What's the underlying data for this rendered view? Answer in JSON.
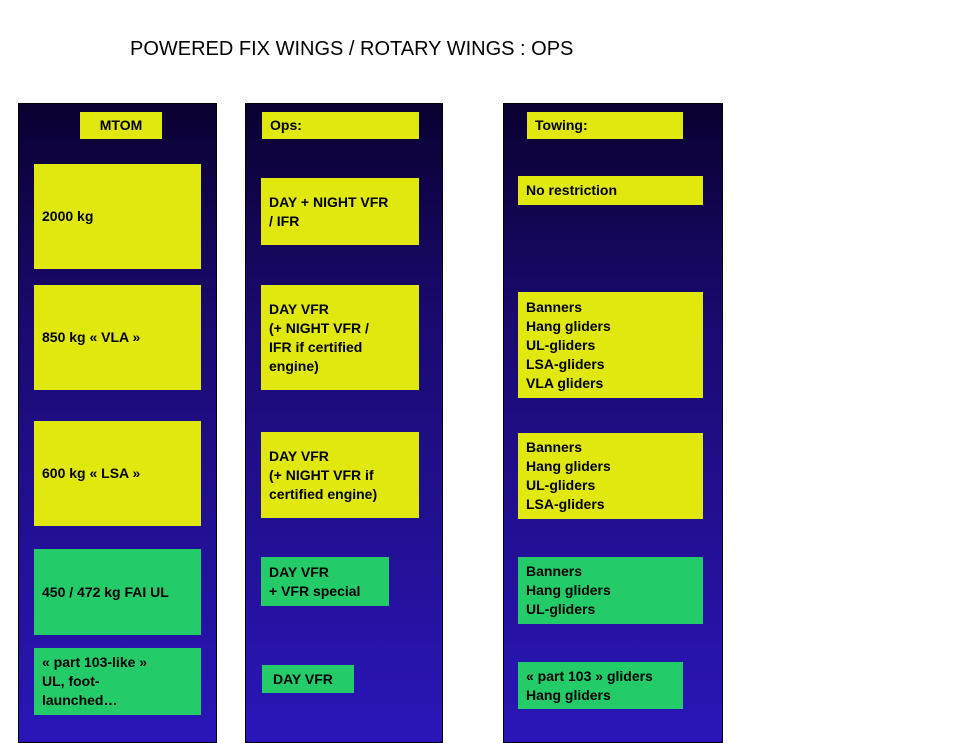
{
  "title": "POWERED FIX WINGS / ROTARY WINGS : OPS",
  "colors": {
    "column_bg": "#1a0a70",
    "yellow_box": "#e0e80e",
    "green_box": "#23cc68"
  },
  "mtom": {
    "header": "MTOM",
    "rows": [
      "2000 kg",
      "850 kg   « VLA »",
      "600 kg   « LSA »",
      "450 / 472 kg FAI UL",
      "« part 103-like »\nUL, foot-\nlaunched…"
    ]
  },
  "ops": {
    "header": "Ops:",
    "rows": [
      "DAY + NIGHT VFR\n/ IFR",
      "DAY VFR\n(+ NIGHT VFR /\nIFR if certified\nengine)",
      "DAY VFR\n(+ NIGHT VFR if\ncertified engine)",
      "DAY VFR\n+ VFR  special",
      "DAY VFR"
    ]
  },
  "towing": {
    "header": "Towing:",
    "rows": [
      "No restriction",
      "Banners\nHang gliders\nUL-gliders\nLSA-gliders\nVLA gliders",
      "Banners\nHang gliders\nUL-gliders\nLSA-gliders",
      "Banners\nHang gliders\nUL-gliders",
      "« part 103 » gliders\nHang gliders"
    ]
  }
}
